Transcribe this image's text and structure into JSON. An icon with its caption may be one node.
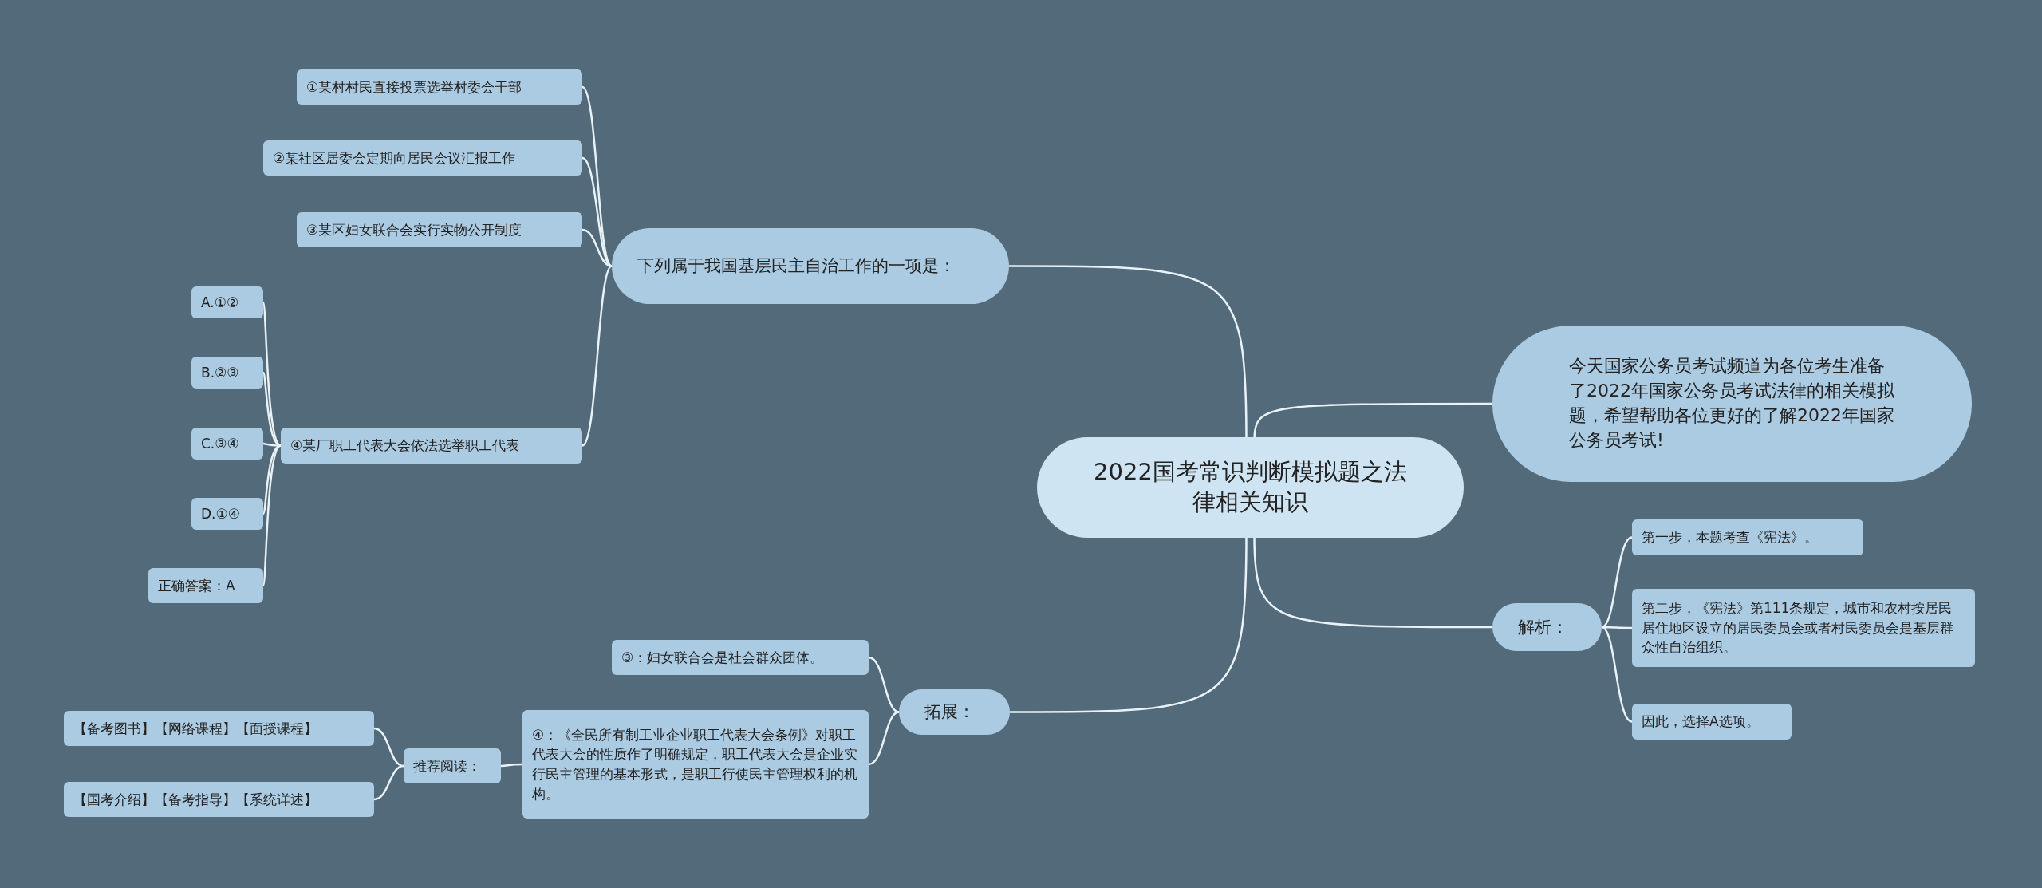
{
  "diagram": {
    "nodes": [
      {
        "text": [
          "2022国考常识判断模拟题之法律相关知识"
        ]
      },
      {
        "text": [
          "下列属于我国基层民主自治工作的一项是："
        ]
      },
      {
        "text": [
          "①某村村民直接投票选举村委会干部"
        ]
      },
      {
        "text": [
          "②某社区居委会定期向居民会议汇报工作"
        ]
      },
      {
        "text": [
          "③某区妇女联合会实行实物公开制度"
        ]
      },
      {
        "text": [
          "④某厂职工代表大会依法选举职工代表"
        ]
      },
      {
        "text": [
          "A.①②"
        ]
      },
      {
        "text": [
          "B.②③"
        ]
      },
      {
        "text": [
          "C.③④"
        ]
      },
      {
        "text": [
          "D.①④"
        ]
      },
      {
        "text": [
          "正确答案：A"
        ]
      },
      {
        "text": [
          "今天国家公务员考试频道为各位考生准备了2022年国家公务员考试法律的相关模拟题，希望帮助各位更好的了解2022年国家公务员考试!"
        ]
      },
      {
        "text": [
          "解析："
        ]
      },
      {
        "text": [
          "第一步，本题考查《宪法》。"
        ]
      },
      {
        "text": [
          "第二步，《宪法》第111条规定，城市和农村按居民居住地区设立的居民委员会或者村民委员会是基层群众性自治组织。"
        ]
      },
      {
        "text": [
          "因此，选择A选项。"
        ]
      },
      {
        "text": [
          "拓展："
        ]
      },
      {
        "text": [
          "③：妇女联合会是社会群众团体。"
        ]
      },
      {
        "text": [
          "④：《全民所有制工业企业职工代表大会条例》对职工代表大会的性质作了明确规定，职工代表大会是企业实行民主管理的基本形式，是职工行使民主管理权利的机构。"
        ]
      },
      {
        "text": [
          "推荐阅读："
        ]
      },
      {
        "text": [
          "【备考图书】【网络课程】【面授课程】"
        ]
      },
      {
        "text": [
          "【国考介绍】【备考指导】【系统详述】"
        ]
      }
    ],
    "edges": [
      {
        "from": 0,
        "to": 1,
        "arrow": "none"
      },
      {
        "from": 0,
        "to": 11,
        "arrow": "none"
      },
      {
        "from": 0,
        "to": 12,
        "arrow": "none"
      },
      {
        "from": 0,
        "to": 16,
        "arrow": "none"
      },
      {
        "from": 1,
        "to": 2,
        "arrow": "none"
      },
      {
        "from": 1,
        "to": 3,
        "arrow": "none"
      },
      {
        "from": 1,
        "to": 4,
        "arrow": "none"
      },
      {
        "from": 1,
        "to": 5,
        "arrow": "none"
      },
      {
        "from": 5,
        "to": 6,
        "arrow": "none"
      },
      {
        "from": 5,
        "to": 7,
        "arrow": "none"
      },
      {
        "from": 5,
        "to": 8,
        "arrow": "none"
      },
      {
        "from": 5,
        "to": 9,
        "arrow": "none"
      },
      {
        "from": 5,
        "to": 10,
        "arrow": "none"
      },
      {
        "from": 12,
        "to": 13,
        "arrow": "none"
      },
      {
        "from": 12,
        "to": 14,
        "arrow": "none"
      },
      {
        "from": 12,
        "to": 15,
        "arrow": "none"
      },
      {
        "from": 16,
        "to": 17,
        "arrow": "none"
      },
      {
        "from": 16,
        "to": 18,
        "arrow": "none"
      },
      {
        "from": 18,
        "to": 19,
        "arrow": "none"
      },
      {
        "from": 19,
        "to": 20,
        "arrow": "none"
      },
      {
        "from": 19,
        "to": 21,
        "arrow": "none"
      }
    ]
  }
}
